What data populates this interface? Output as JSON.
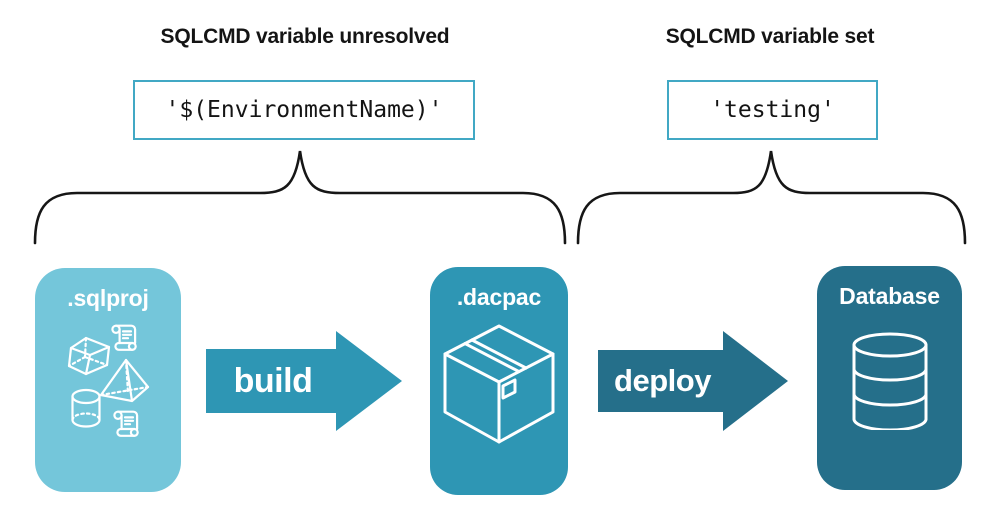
{
  "annotations": [
    {
      "title": "SQLCMD variable unresolved",
      "code": "'$(EnvironmentName)'"
    },
    {
      "title": "SQLCMD variable set",
      "code": "'testing'"
    }
  ],
  "pipeline": {
    "nodes": [
      {
        "label": ".sqlproj",
        "color": "#74c6da",
        "icon": "sql-project-objects-icon"
      },
      {
        "label": ".dacpac",
        "color": "#2e96b4",
        "icon": "package-icon"
      },
      {
        "label": "Database",
        "color": "#256f8a",
        "icon": "database-icon"
      }
    ],
    "arrows": [
      {
        "label": "build",
        "color": "#2e96b4"
      },
      {
        "label": "deploy",
        "color": "#256f8a"
      }
    ]
  },
  "colors": {
    "background": "#ffffff",
    "text": "#141414",
    "code_box_border": "#41a8c4",
    "brace": "#161616",
    "icon_stroke": "#ffffff"
  }
}
